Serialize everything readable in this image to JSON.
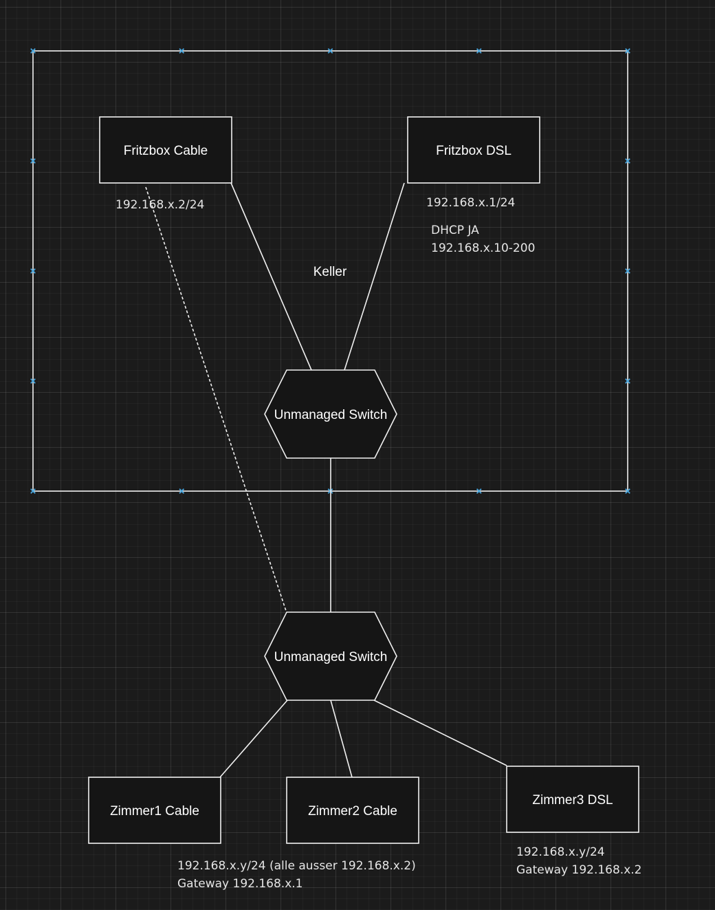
{
  "diagram": {
    "group": {
      "label": "Keller"
    },
    "nodes": {
      "fritzbox_cable": "Fritzbox Cable",
      "fritzbox_dsl": "Fritzbox DSL",
      "switch_keller": "Unmanaged Switch",
      "switch_main": "Unmanaged Switch",
      "zimmer1": "Zimmer1 Cable",
      "zimmer2": "Zimmer2 Cable",
      "zimmer3": "Zimmer3 DSL"
    },
    "notes": {
      "fritzbox_cable_ip": "192.168.x.2/24",
      "fritzbox_dsl_ip": "192.168.x.1/24",
      "dhcp_line1": "DHCP JA",
      "dhcp_line2": "192.168.x.10-200",
      "zimmer12_line1": "192.168.x.y/24  (alle ausser 192.168.x.2)",
      "zimmer12_line2": "Gateway 192.168.x.1",
      "zimmer3_line1": "192.168.x.y/24",
      "zimmer3_line2": "Gateway 192.168.x.2"
    },
    "colors": {
      "background": "#1b1b1b",
      "stroke": "#f2f2f2",
      "selection_handle": "#4aa8e0"
    }
  }
}
